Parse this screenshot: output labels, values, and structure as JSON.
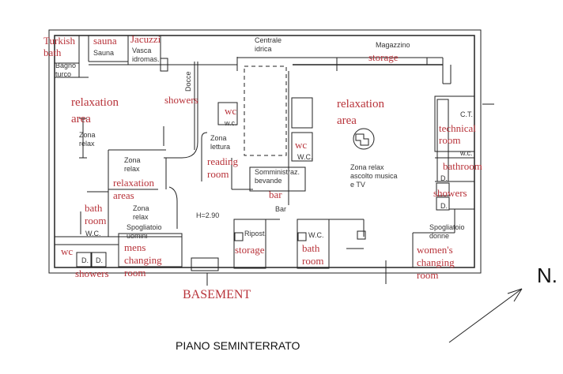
{
  "title": "PIANO SEMINTERRATO",
  "north_label": "N.",
  "basement_label": "BASEMENT",
  "italian_labels": {
    "bagno_turco": [
      "Bagno",
      "turco"
    ],
    "sauna": "Sauna",
    "vasca": [
      "Vasca",
      "idromas."
    ],
    "centrale": [
      "Centrale",
      "idrica"
    ],
    "magazzino": "Magazzino",
    "docce": "Docce",
    "zona_relax_nw": [
      "Zona",
      "relax"
    ],
    "wc_center": "w.c.",
    "zona_lettura": [
      "Zona",
      "lettura"
    ],
    "wc_mid": "W.C.",
    "ct": "C.T.",
    "zona_relax_w": [
      "Zona",
      "relax"
    ],
    "somministraz": [
      "Somministraz.",
      "bevande"
    ],
    "zona_relax_e": [
      "Zona relax",
      "ascolto musica",
      "e TV"
    ],
    "wc_east": "w.c.",
    "doccia_1": "D.",
    "doccia_2": "D.",
    "zona_relax_sw": [
      "Zona",
      "relax"
    ],
    "wc_west": "W.C.",
    "height": "H=2.90",
    "bar": "Bar",
    "ripost": "Ripost.",
    "wc_south": "W.C.",
    "spogliatoio_uomini": [
      "Spogliatoio",
      "uomini"
    ],
    "spogliatoio_donne": [
      "Spogliatoio",
      "donne"
    ],
    "doccia_3": "D.",
    "doccia_4": "D."
  },
  "english_labels": {
    "turkish_bath": [
      "Turkish",
      "bath"
    ],
    "sauna": "sauna",
    "jacuzzi": "Jacuzzi",
    "storage_top": "storage",
    "relaxation_area_w": [
      "relaxation",
      "area"
    ],
    "showers_center": "showers",
    "wc_center": "wc",
    "relaxation_area_e": [
      "relaxation",
      "area"
    ],
    "wc_mid": "wc",
    "technical_room": [
      "technical",
      "room"
    ],
    "reading_room": [
      "reading",
      "room"
    ],
    "bar": "bar",
    "bathroom_east": "bathroom",
    "relaxation_areas": [
      "relaxation",
      "areas"
    ],
    "showers_east": "showers",
    "bath_room_west": [
      "bath",
      "room"
    ],
    "storage_south": "storage",
    "mens_changing": [
      "mens",
      "changing",
      "room"
    ],
    "bath_room_south": [
      "bath",
      "room"
    ],
    "womens_changing": [
      "women's",
      "changing",
      "room"
    ],
    "wc_sw": "wc",
    "showers_sw": "showers"
  }
}
